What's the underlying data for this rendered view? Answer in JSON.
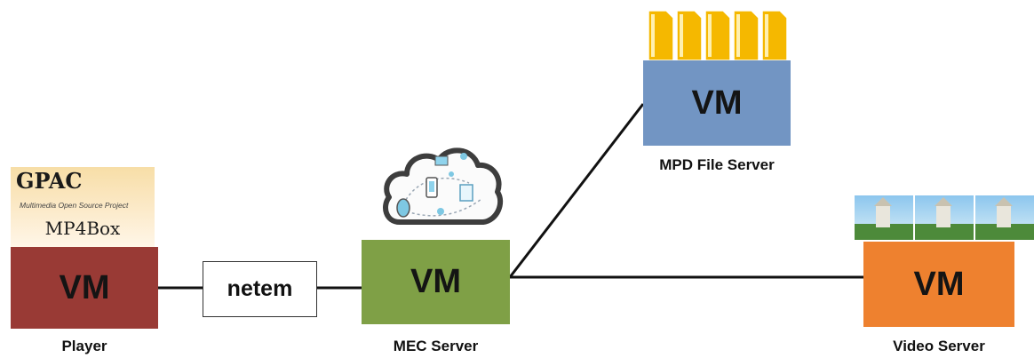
{
  "gpac": {
    "title": "GPAC",
    "subtitle": "Multimedia Open Source Project",
    "tool": "MP4Box"
  },
  "netem": {
    "label": "netem"
  },
  "nodes": {
    "player": {
      "box": "VM",
      "caption": "Player",
      "color": "#993a35"
    },
    "mec": {
      "box": "VM",
      "caption": "MEC Server",
      "color": "#7fa046"
    },
    "mpd": {
      "box": "VM",
      "caption": "MPD File Server",
      "color": "#7295c3"
    },
    "video": {
      "box": "VM",
      "caption": "Video Server",
      "color": "#ee812f"
    }
  },
  "icons": {
    "cloud": "cloud-network-icon",
    "files": "document-stack-icon",
    "thumbnails": "video-thumbnail-icon"
  },
  "colors": {
    "file_icon": "#f5b800",
    "link_line": "#111111"
  }
}
